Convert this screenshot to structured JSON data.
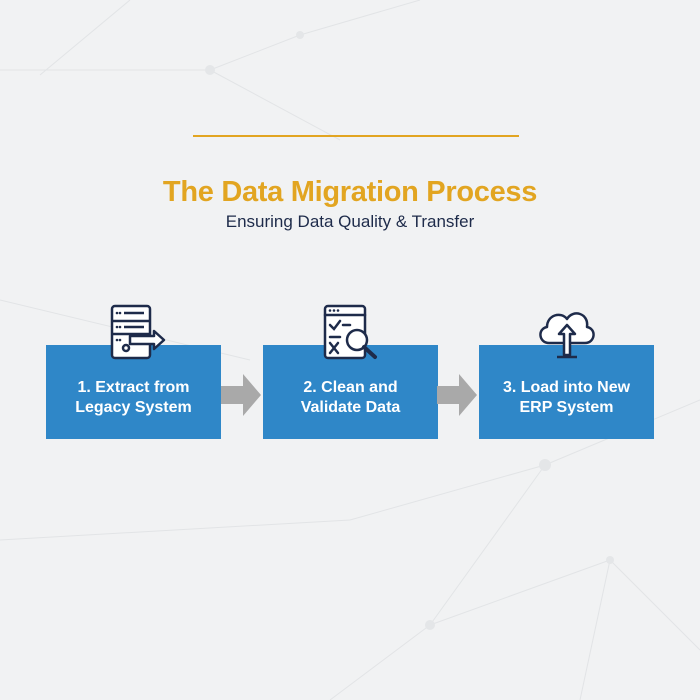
{
  "header": {
    "title": "The Data Migration Process",
    "subtitle": "Ensuring Data Quality & Transfer"
  },
  "colors": {
    "accent": "#e2a521",
    "box": "#2f87c8",
    "navy": "#1e2b4a",
    "arrow": "#a9a9a9"
  },
  "steps": [
    {
      "label_line1": "1. Extract from",
      "label_line2": "Legacy System",
      "icon": "server-export-icon"
    },
    {
      "label_line1": "2. Clean and",
      "label_line2": "Validate Data",
      "icon": "checklist-magnifier-icon"
    },
    {
      "label_line1": "3. Load into New",
      "label_line2": "ERP System",
      "icon": "cloud-upload-icon"
    }
  ]
}
